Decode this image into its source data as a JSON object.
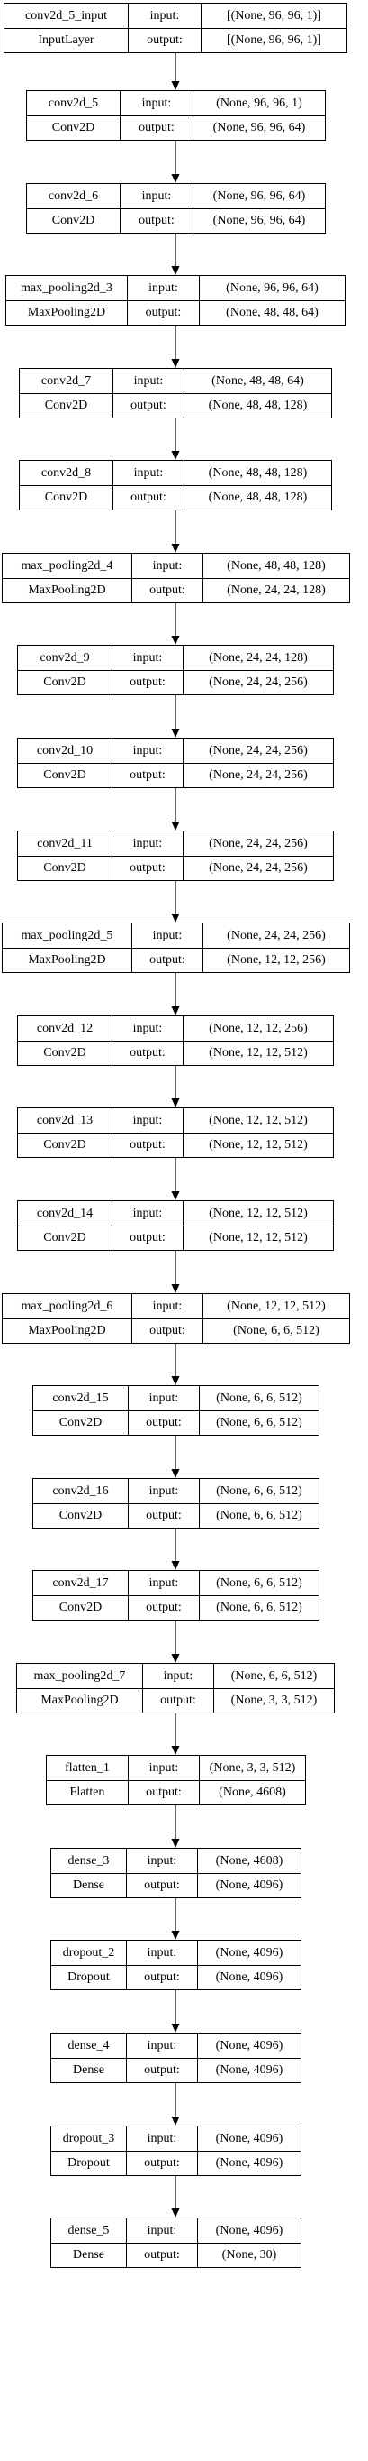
{
  "layers": [
    {
      "name": "conv2d_5_input",
      "type": "InputLayer",
      "input_label": "input:",
      "output_label": "output:",
      "input_shape": "[(None, 96, 96, 1)]",
      "output_shape": "[(None, 96, 96, 1)]"
    },
    {
      "name": "conv2d_5",
      "type": "Conv2D",
      "input_label": "input:",
      "output_label": "output:",
      "input_shape": "(None, 96, 96, 1)",
      "output_shape": "(None, 96, 96, 64)"
    },
    {
      "name": "conv2d_6",
      "type": "Conv2D",
      "input_label": "input:",
      "output_label": "output:",
      "input_shape": "(None, 96, 96, 64)",
      "output_shape": "(None, 96, 96, 64)"
    },
    {
      "name": "max_pooling2d_3",
      "type": "MaxPooling2D",
      "input_label": "input:",
      "output_label": "output:",
      "input_shape": "(None, 96, 96, 64)",
      "output_shape": "(None, 48, 48, 64)"
    },
    {
      "name": "conv2d_7",
      "type": "Conv2D",
      "input_label": "input:",
      "output_label": "output:",
      "input_shape": "(None, 48, 48, 64)",
      "output_shape": "(None, 48, 48, 128)"
    },
    {
      "name": "conv2d_8",
      "type": "Conv2D",
      "input_label": "input:",
      "output_label": "output:",
      "input_shape": "(None, 48, 48, 128)",
      "output_shape": "(None, 48, 48, 128)"
    },
    {
      "name": "max_pooling2d_4",
      "type": "MaxPooling2D",
      "input_label": "input:",
      "output_label": "output:",
      "input_shape": "(None, 48, 48, 128)",
      "output_shape": "(None, 24, 24, 128)"
    },
    {
      "name": "conv2d_9",
      "type": "Conv2D",
      "input_label": "input:",
      "output_label": "output:",
      "input_shape": "(None, 24, 24, 128)",
      "output_shape": "(None, 24, 24, 256)"
    },
    {
      "name": "conv2d_10",
      "type": "Conv2D",
      "input_label": "input:",
      "output_label": "output:",
      "input_shape": "(None, 24, 24, 256)",
      "output_shape": "(None, 24, 24, 256)"
    },
    {
      "name": "conv2d_11",
      "type": "Conv2D",
      "input_label": "input:",
      "output_label": "output:",
      "input_shape": "(None, 24, 24, 256)",
      "output_shape": "(None, 24, 24, 256)"
    },
    {
      "name": "max_pooling2d_5",
      "type": "MaxPooling2D",
      "input_label": "input:",
      "output_label": "output:",
      "input_shape": "(None, 24, 24, 256)",
      "output_shape": "(None, 12, 12, 256)"
    },
    {
      "name": "conv2d_12",
      "type": "Conv2D",
      "input_label": "input:",
      "output_label": "output:",
      "input_shape": "(None, 12, 12, 256)",
      "output_shape": "(None, 12, 12, 512)"
    },
    {
      "name": "conv2d_13",
      "type": "Conv2D",
      "input_label": "input:",
      "output_label": "output:",
      "input_shape": "(None, 12, 12, 512)",
      "output_shape": "(None, 12, 12, 512)"
    },
    {
      "name": "conv2d_14",
      "type": "Conv2D",
      "input_label": "input:",
      "output_label": "output:",
      "input_shape": "(None, 12, 12, 512)",
      "output_shape": "(None, 12, 12, 512)"
    },
    {
      "name": "max_pooling2d_6",
      "type": "MaxPooling2D",
      "input_label": "input:",
      "output_label": "output:",
      "input_shape": "(None, 12, 12, 512)",
      "output_shape": "(None, 6, 6, 512)"
    },
    {
      "name": "conv2d_15",
      "type": "Conv2D",
      "input_label": "input:",
      "output_label": "output:",
      "input_shape": "(None, 6, 6, 512)",
      "output_shape": "(None, 6, 6, 512)"
    },
    {
      "name": "conv2d_16",
      "type": "Conv2D",
      "input_label": "input:",
      "output_label": "output:",
      "input_shape": "(None, 6, 6, 512)",
      "output_shape": "(None, 6, 6, 512)"
    },
    {
      "name": "conv2d_17",
      "type": "Conv2D",
      "input_label": "input:",
      "output_label": "output:",
      "input_shape": "(None, 6, 6, 512)",
      "output_shape": "(None, 6, 6, 512)"
    },
    {
      "name": "max_pooling2d_7",
      "type": "MaxPooling2D",
      "input_label": "input:",
      "output_label": "output:",
      "input_shape": "(None, 6, 6, 512)",
      "output_shape": "(None, 3, 3, 512)"
    },
    {
      "name": "flatten_1",
      "type": "Flatten",
      "input_label": "input:",
      "output_label": "output:",
      "input_shape": "(None, 3, 3, 512)",
      "output_shape": "(None, 4608)"
    },
    {
      "name": "dense_3",
      "type": "Dense",
      "input_label": "input:",
      "output_label": "output:",
      "input_shape": "(None, 4608)",
      "output_shape": "(None, 4096)"
    },
    {
      "name": "dropout_2",
      "type": "Dropout",
      "input_label": "input:",
      "output_label": "output:",
      "input_shape": "(None, 4096)",
      "output_shape": "(None, 4096)"
    },
    {
      "name": "dense_4",
      "type": "Dense",
      "input_label": "input:",
      "output_label": "output:",
      "input_shape": "(None, 4096)",
      "output_shape": "(None, 4096)"
    },
    {
      "name": "dropout_3",
      "type": "Dropout",
      "input_label": "input:",
      "output_label": "output:",
      "input_shape": "(None, 4096)",
      "output_shape": "(None, 4096)"
    },
    {
      "name": "dense_5",
      "type": "Dense",
      "input_label": "input:",
      "output_label": "output:",
      "input_shape": "(None, 4096)",
      "output_shape": "(None, 30)"
    }
  ]
}
